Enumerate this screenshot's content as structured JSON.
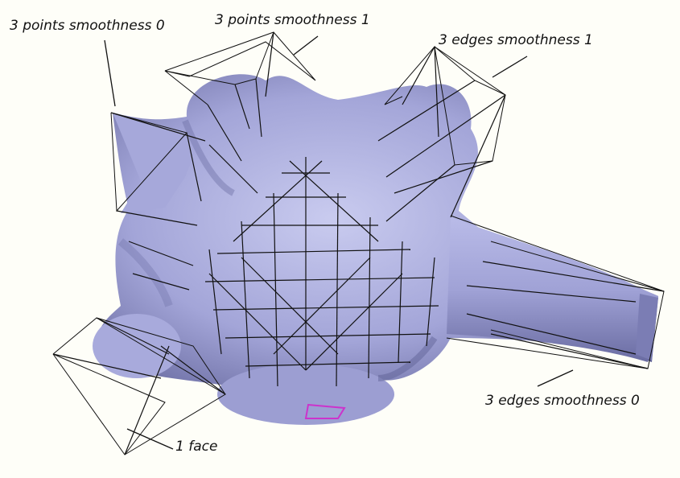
{
  "colors": {
    "background": "#fefef8",
    "surface_light": "#c7c9ee",
    "surface_mid": "#9ea0d4",
    "surface_dark": "#5a5c92",
    "lines": "#111111",
    "face_highlight": "#cc33cc"
  },
  "labels": {
    "points_s0": "3 points smoothness 0",
    "points_s1": "3 points smoothness 1",
    "edges_s1": "3 edges smoothness 1",
    "edges_s0": "3 edges smoothness 0",
    "face": "1 face"
  }
}
